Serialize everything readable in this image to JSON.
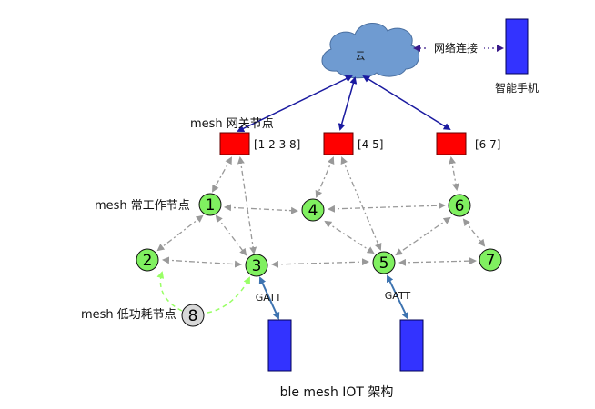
{
  "cloud_label": "云",
  "link_label": "网络连接",
  "phone_label": "智能手机",
  "gateway_label": "mesh 网关节点",
  "normal_label": "mesh 常工作节点",
  "lowpower_label": "mesh 低功耗节点",
  "gateways": [
    {
      "label": "[1 2 3 8]"
    },
    {
      "label": "[4 5]"
    },
    {
      "label": "[6 7]"
    }
  ],
  "nodes": [
    "1",
    "2",
    "3",
    "4",
    "5",
    "6",
    "7",
    "8"
  ],
  "gatt_label": "GATT",
  "caption": "ble mesh IOT 架构",
  "colors": {
    "cloud": "#6f9bd1",
    "gateway": "#ff0000",
    "node": "#80f060",
    "lowpower_node": "#d8d8d8",
    "device": "#3333ff",
    "uplink": "#1a1aa0",
    "mesh_link": "#999999",
    "gatt_link": "#3d73b0",
    "lowpower_link": "#99ff66"
  }
}
